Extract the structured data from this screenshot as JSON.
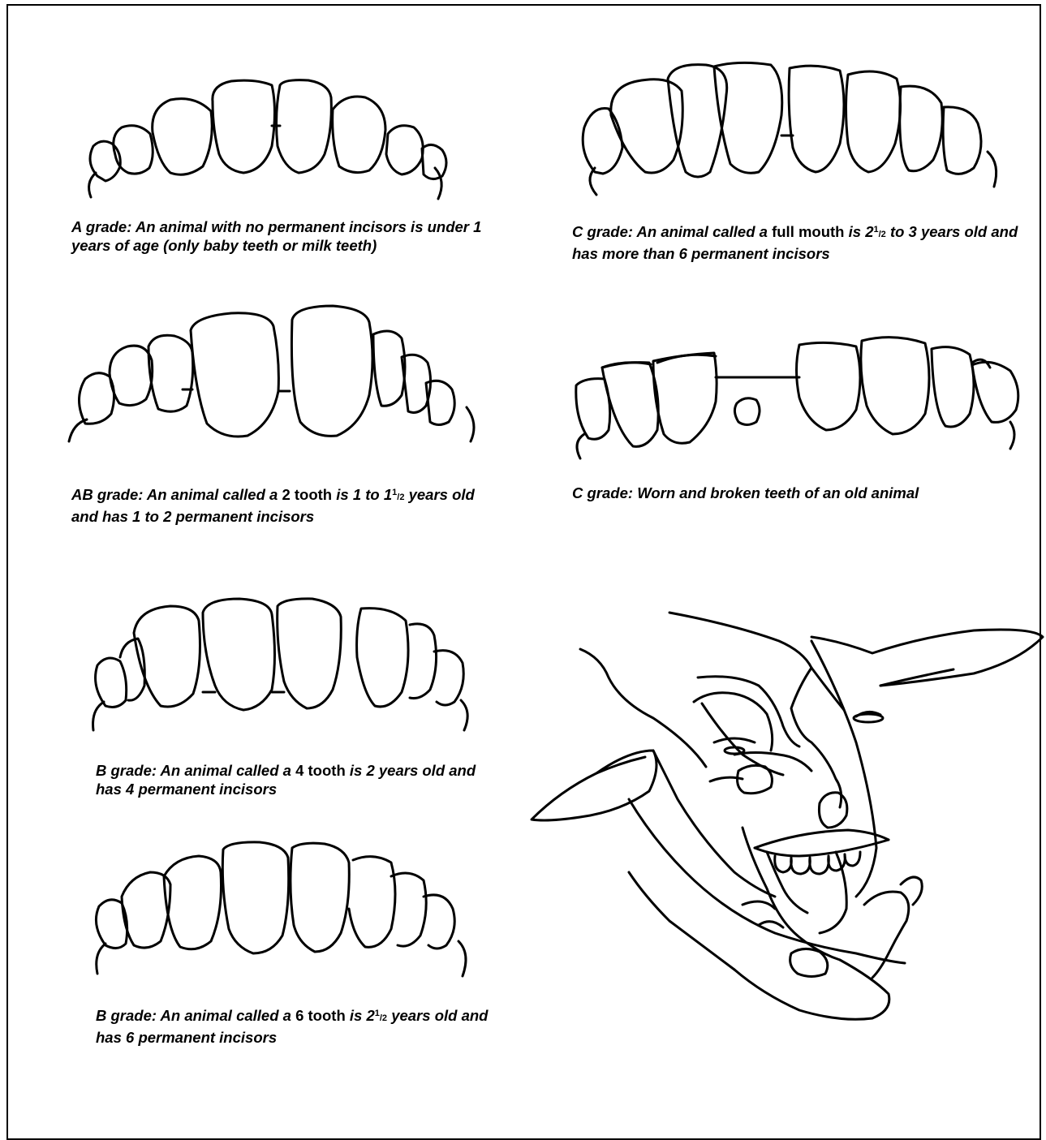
{
  "captions": {
    "a": {
      "grade": "A grade:",
      "text": "An animal with no permanent incisors is under 1 years of age (only baby teeth or milk teeth)"
    },
    "ab": {
      "grade": "AB grade:",
      "pre": "An animal called a",
      "term": "2 tooth",
      "mid": "is 1 to 1",
      "frac_num": "1",
      "frac_den": "/2",
      "post": "years old and has 1 to 2 permanent incisors"
    },
    "b4": {
      "grade": "B grade:",
      "pre": "An animal called a",
      "term": "4 tooth",
      "post": "is 2 years old and has 4 permanent incisors"
    },
    "b6": {
      "grade": "B grade:",
      "pre": "An animal called a",
      "term": "6 tooth",
      "mid": "is 2",
      "frac_num": "1",
      "frac_den": "/2",
      "post": "years old and has 6 permanent incisors"
    },
    "c_full": {
      "grade": "C grade:",
      "pre": "An animal called a",
      "term": "full mouth",
      "mid": "is 2",
      "frac_num": "1",
      "frac_den": "/2",
      "post": "to 3 years old and has more than 6 permanent incisors"
    },
    "c_old": {
      "grade": "C grade:",
      "text": "Worn and broken teeth of an old animal"
    }
  }
}
